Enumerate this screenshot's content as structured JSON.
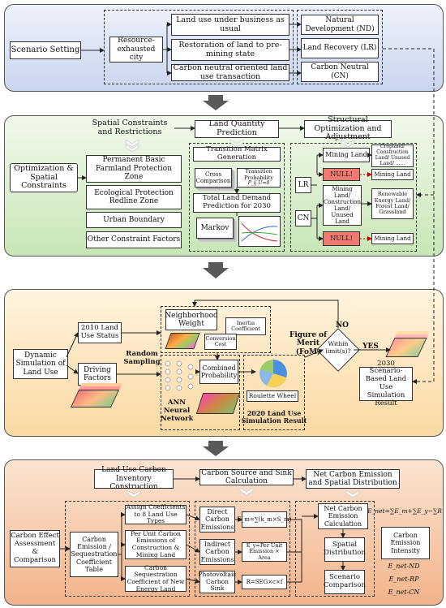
{
  "s1": {
    "scenario_setting": "Scenario Setting",
    "resource_city": "Resource-exhausted city",
    "opt1": "Land use under business as usual",
    "opt2": "Restoration of land to pre-mining state",
    "opt3": "Carbon neutral oriented land use transaction",
    "nd": "Natural Development (ND)",
    "lr": "Land Recovery (LR)",
    "cn": "Carbon Neutral (CN)"
  },
  "s2": {
    "spatial_constraints": "Spatial Constraints and Restrictions",
    "land_quantity": "Land Quantity Prediction",
    "structural_opt": "Structural Optimization and Adjustment",
    "opt_spatial": "Optimization & Spatial Constraints",
    "c1": "Permanent Basic Farmland Protection Zone",
    "c2": "Ecological Protection Redline Zone",
    "c3": "Urban Boundary",
    "c4": "Other Constraint Factors",
    "tm_gen": "Transition Matrix Generation",
    "cross": "Cross Comparison",
    "tprob": "Transition Probability",
    "tprob_formula": "P_ij  U=0",
    "total_demand": "Total Land Demand Prediction for 2030",
    "markov": "Markov",
    "lr": "LR",
    "cn": "CN",
    "mining_land": "Mining Land",
    "null1": "NULL!",
    "cropland": "Cropland/ Construction Land/ Unused Land/ ......",
    "mining_land2": "Mining Land",
    "cn_src": "Mining Land/ Construction Land/ Unused Land",
    "renewable": "Renewable Energy Land/ Forest Land/ Grassland",
    "null2": "NULL!",
    "mining_land3": "Mining Land"
  },
  "s3": {
    "neighborhood": "Neighborhood Weight",
    "inertia": "Inertia Coefficient",
    "conversion": "Conversion Cost",
    "status2010": "2010 Land Use Status",
    "dynamic": "Dynamic Simulation of Land Use",
    "driving": "Driving Factors",
    "random": "Random Sampling",
    "combined": "Combined Probability",
    "ann": "ANN Neural Network",
    "roulette": "Roulette Wheel",
    "result2020": "2020 Land Use Simulation Result",
    "fom": "Figure of Merit (FoM)",
    "within": "Within limit(s)?",
    "yes": "YES",
    "no": "NO",
    "result2030": "2030 Scenario-Based Land Use Simulation Result"
  },
  "s4": {
    "carbon_inv": "Land Use Carbon Inventory Construction",
    "source_sink": "Carbon Source and Sink Calculation",
    "net_dist": "Net Carbon Emission and Spatial Distribution",
    "effect": "Carbon Effect Assessment & Comparison",
    "coef_table": "Carbon Emission / Sequestration Coefficient Table",
    "assign": "Assign Coefficients to 8 Land Use Types",
    "per_unit": "Per Unit Carbon Emissions of Construction & Mining Land",
    "seq_coef": "Carbon Sequestration Coefficient of New Energy Land",
    "direct": "Direct Carbon Emissions",
    "indirect": "Indirect Carbon Emissions",
    "pv": "Photovoltaic Carbon Sink",
    "f_direct": "E_m=∑(k_m×S_m)",
    "f_indirect": "E_y=Per Unit Emission × Area",
    "f_pv": "R=SEG×c×f",
    "net_calc": "Net Carbon Emission Calculation",
    "net_formula": "E_net=∑E_m+∑E_y−∑R",
    "spatial": "Spatial Distribution",
    "scenario_cmp": "Scenario Comparison",
    "intensity": "Carbon Emission Intensity",
    "e_nd": "E_net-ND",
    "e_rp": "E_net-RP",
    "e_cn": "E_net-CN"
  },
  "colors": {
    "panel1": "#dfe6f5",
    "panel2": "#dff0d3",
    "panel3": "#fde6c2",
    "panel4": "#f8cfb2",
    "null_red": "#f07a72",
    "big_arrow": "#595959"
  }
}
